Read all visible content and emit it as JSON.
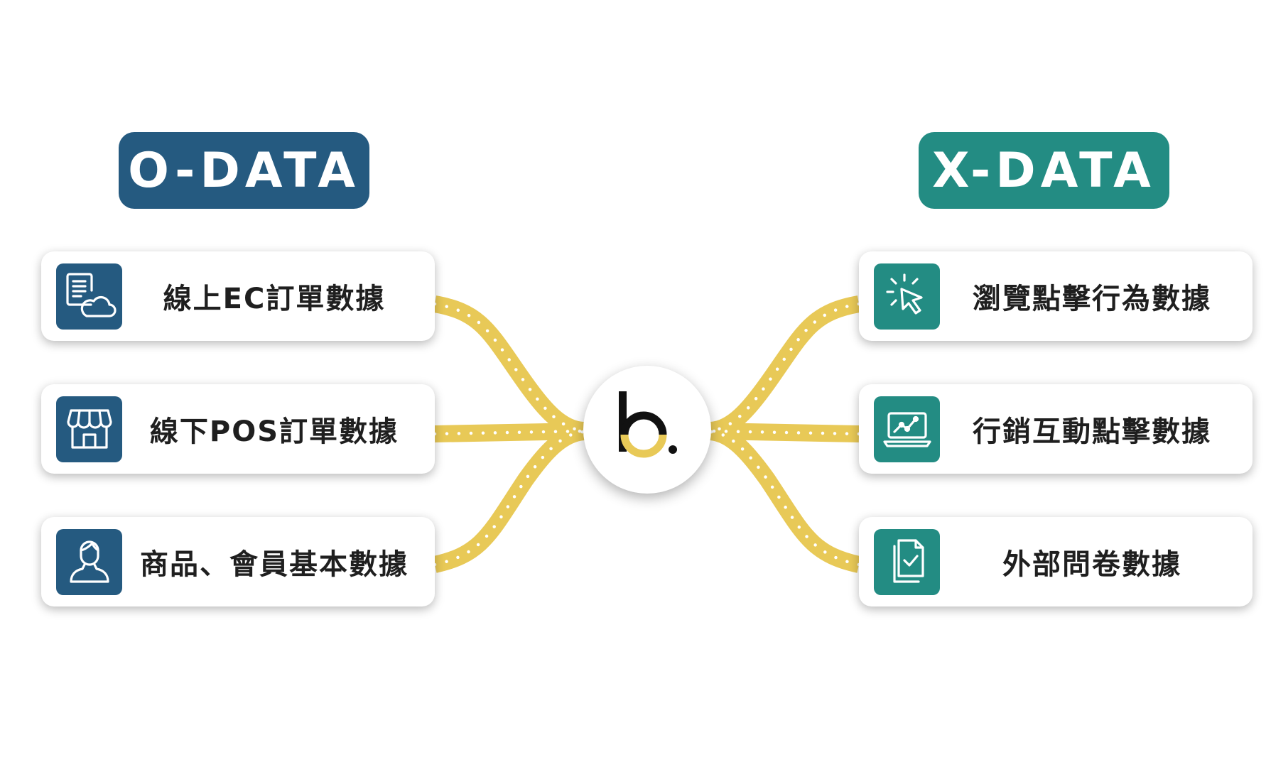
{
  "left_group": {
    "title": "O-DATA",
    "color": "#255a80",
    "items": [
      {
        "label": "線上EC訂單數據",
        "icon": "document-cloud-icon"
      },
      {
        "label": "線下POS訂單數據",
        "icon": "storefront-icon"
      },
      {
        "label": "商品、會員基本數據",
        "icon": "user-icon"
      }
    ]
  },
  "right_group": {
    "title": "X-DATA",
    "color": "#238c83",
    "items": [
      {
        "label": "瀏覽點擊行為數據",
        "icon": "cursor-click-icon"
      },
      {
        "label": "行銷互動點擊數據",
        "icon": "laptop-chart-icon"
      },
      {
        "label": "外部問卷數據",
        "icon": "survey-checklist-icon"
      }
    ]
  },
  "hub": {
    "logo": "b-logo-icon"
  },
  "colors": {
    "road": "#e8c957",
    "road_dots": "#ffffff",
    "text": "#1f1f1f"
  }
}
